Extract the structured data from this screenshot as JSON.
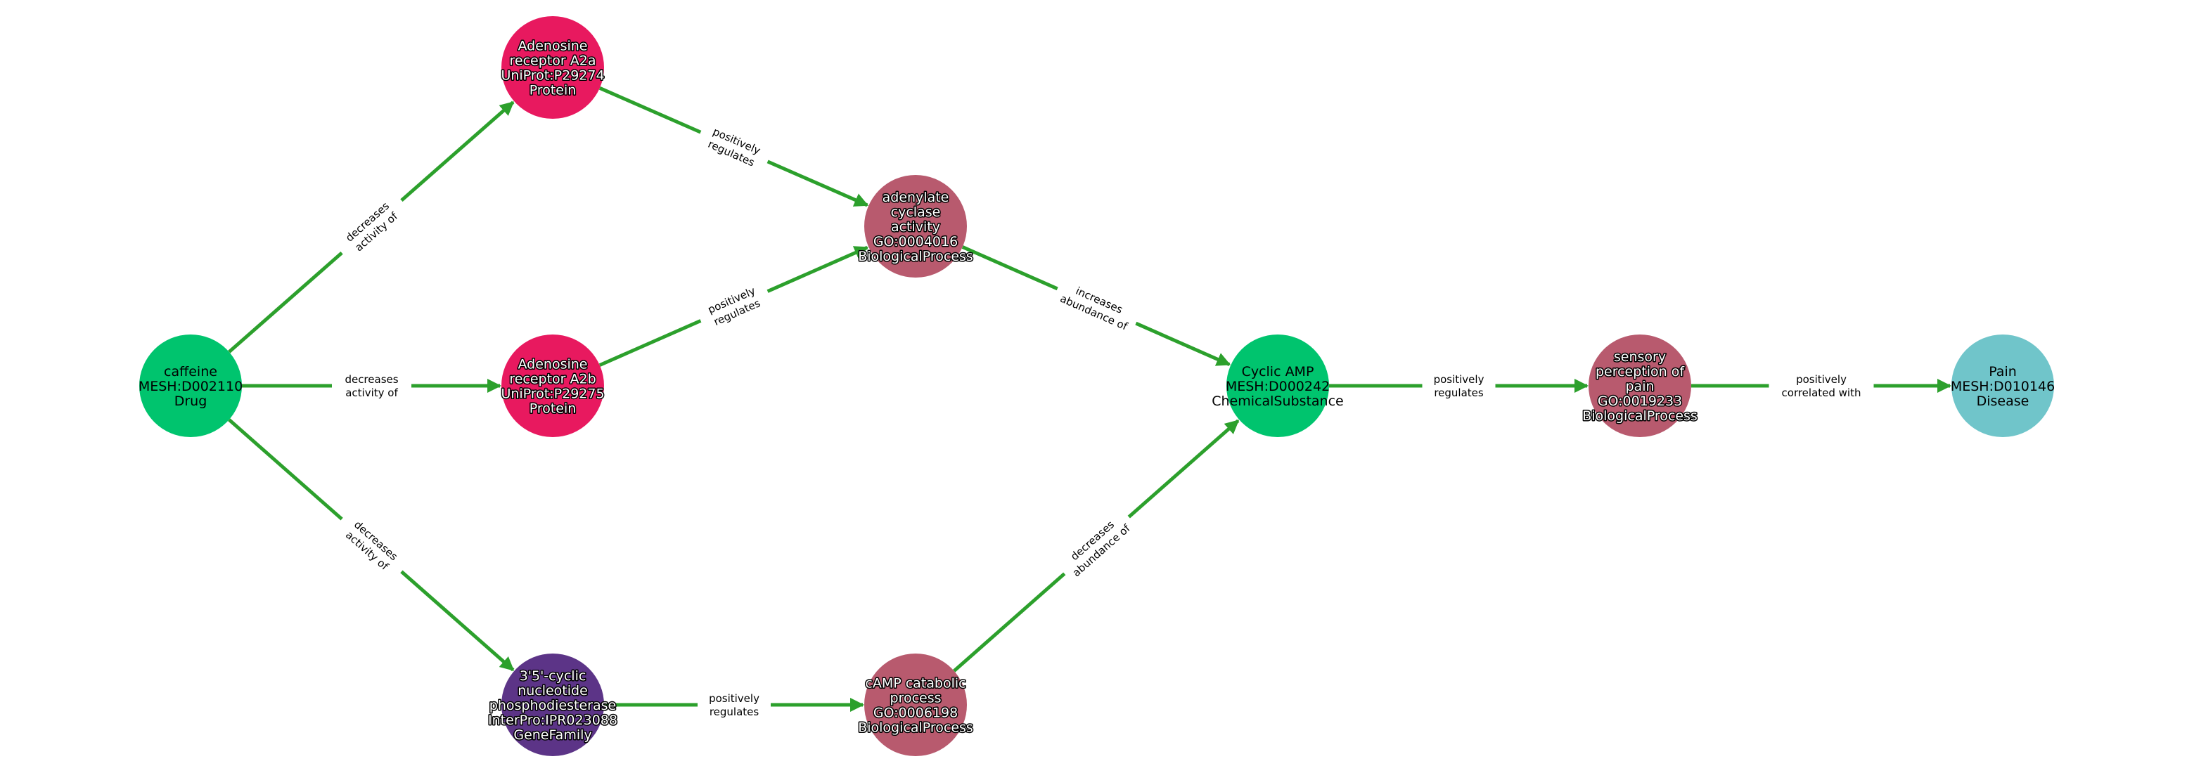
{
  "colors": {
    "drug": "#00c46e",
    "protein": "#e8195f",
    "biological_process": "#b85a6e",
    "gene_family": "#5c3487",
    "chemical": "#00c46e",
    "disease": "#70c5ca",
    "edge": "#2ca02c"
  },
  "nodes": [
    {
      "id": "caffeine",
      "lines": [
        "caffeine",
        "MESH:D002110",
        "Drug"
      ],
      "color": "drug",
      "text": "dark"
    },
    {
      "id": "a2a",
      "lines": [
        "Adenosine",
        "receptor A2a",
        "UniProt:P29274",
        "Protein"
      ],
      "color": "protein",
      "text": "light"
    },
    {
      "id": "a2b",
      "lines": [
        "Adenosine",
        "receptor A2b",
        "UniProt:P29275",
        "Protein"
      ],
      "color": "protein",
      "text": "light"
    },
    {
      "id": "pde",
      "lines": [
        "3'5'-cyclic",
        "nucleotide",
        "phosphodiesterase",
        "InterPro:IPR023088",
        "GeneFamily"
      ],
      "color": "gene_family",
      "text": "light"
    },
    {
      "id": "adcy",
      "lines": [
        "adenylate",
        "cyclase",
        "activity",
        "GO:0004016",
        "BiologicalProcess"
      ],
      "color": "biological_process",
      "text": "light"
    },
    {
      "id": "camp_cat",
      "lines": [
        "cAMP catabolic",
        "process",
        "GO:0006198",
        "BiologicalProcess"
      ],
      "color": "biological_process",
      "text": "light"
    },
    {
      "id": "camp",
      "lines": [
        "Cyclic AMP",
        "MESH:D000242",
        "ChemicalSubstance"
      ],
      "color": "chemical",
      "text": "dark"
    },
    {
      "id": "pain_perc",
      "lines": [
        "sensory",
        "perception of",
        "pain",
        "GO:0019233",
        "BiologicalProcess"
      ],
      "color": "biological_process",
      "text": "light"
    },
    {
      "id": "pain",
      "lines": [
        "Pain",
        "MESH:D010146",
        "Disease"
      ],
      "color": "disease",
      "text": "dark"
    }
  ],
  "edges": [
    {
      "source": "caffeine",
      "target": "a2a",
      "label": [
        "decreases",
        "activity of"
      ]
    },
    {
      "source": "caffeine",
      "target": "a2b",
      "label": [
        "decreases",
        "activity of"
      ]
    },
    {
      "source": "caffeine",
      "target": "pde",
      "label": [
        "decreases",
        "activity of"
      ]
    },
    {
      "source": "a2a",
      "target": "adcy",
      "label": [
        "positively",
        "regulates"
      ]
    },
    {
      "source": "a2b",
      "target": "adcy",
      "label": [
        "positively",
        "regulates"
      ]
    },
    {
      "source": "pde",
      "target": "camp_cat",
      "label": [
        "positively",
        "regulates"
      ]
    },
    {
      "source": "adcy",
      "target": "camp",
      "label": [
        "increases",
        "abundance of"
      ]
    },
    {
      "source": "camp_cat",
      "target": "camp",
      "label": [
        "decreases",
        "abundance of"
      ]
    },
    {
      "source": "camp",
      "target": "pain_perc",
      "label": [
        "positively",
        "regulates"
      ]
    },
    {
      "source": "pain_perc",
      "target": "pain",
      "label": [
        "positively",
        "correlated with"
      ]
    }
  ]
}
